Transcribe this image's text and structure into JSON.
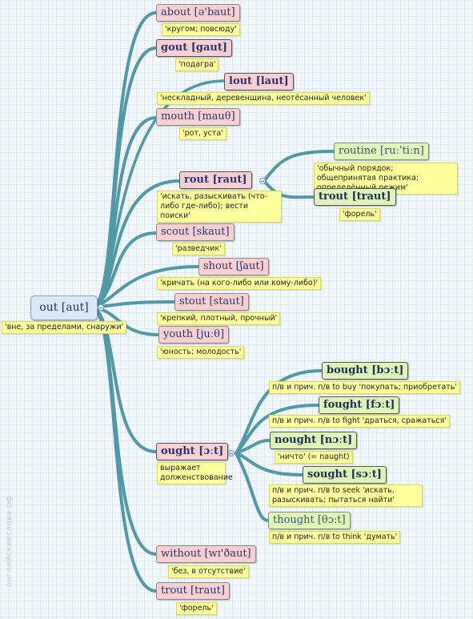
{
  "root": {
    "word": "out [aut]",
    "translation": "'вне, за пределами, снаружи'"
  },
  "words": {
    "about": {
      "word": "about [ə'baut]",
      "translation": "'кругом; повсюду'"
    },
    "gout": {
      "word": "gout [gaut]",
      "translation": "'подагра'"
    },
    "lout": {
      "word": "lout [laut]",
      "translation": "'нескладный, деревенщина, неотёсанный человек'"
    },
    "mouth": {
      "word": "mouth [mauθ]",
      "translation": "'рот, уста'"
    },
    "rout": {
      "word": "rout [raut]",
      "translation": "'искать, разыскивать (что-либо где-либо); вести поиски'"
    },
    "routine": {
      "word": "routine [ruːˈtiːn]",
      "translation": "'обычный порядок; общепринятая практика; определённый режим'"
    },
    "trout1": {
      "word": "trout [traut]",
      "translation": "'форель'"
    },
    "scout": {
      "word": "scout [skaut]",
      "translation": "'разведчик'"
    },
    "shout": {
      "word": "shout [ʃaut]",
      "translation": "'кричать (на кого-либо или кому-либо)'"
    },
    "stout": {
      "word": "stout [staut]",
      "translation": "'крепкий, плотный, прочный'"
    },
    "youth": {
      "word": "youth [juːθ]",
      "translation": "'юность; молодость'"
    },
    "ought": {
      "word": "ought [ɔːt]",
      "translation": "выражает долженствование"
    },
    "bought": {
      "word": "bought [bɔːt]",
      "translation": "п/в и прич. п/в to buy 'покупать; приобретать'"
    },
    "fought": {
      "word": "fought [fɔːt]",
      "translation": "п/в и прич. п/в to fight 'драться, сражаться'"
    },
    "nought": {
      "word": "nought [nɔːt]",
      "translation": "'ничто' (= naught)"
    },
    "sought": {
      "word": "sought [sɔːt]",
      "translation": "п/в и прич. п/в to seek 'искать, разыскивать; пытаться найти'"
    },
    "thought": {
      "word": "thought [θɔːt]",
      "translation": "п/в и прич. п/в to think 'думать'"
    },
    "without": {
      "word": "without [wɪ'ðaut]",
      "translation": "'без, в отсутствие'"
    },
    "trout2": {
      "word": "trout [traut]",
      "translation": "'форель'"
    }
  },
  "watermark": "английскиеслова.рф",
  "colors": {
    "edge": "#4f9aa6",
    "pink": "#f8d0d2",
    "green": "#dff5b8",
    "root": "#dbe9fb",
    "note": "#feff9c"
  }
}
